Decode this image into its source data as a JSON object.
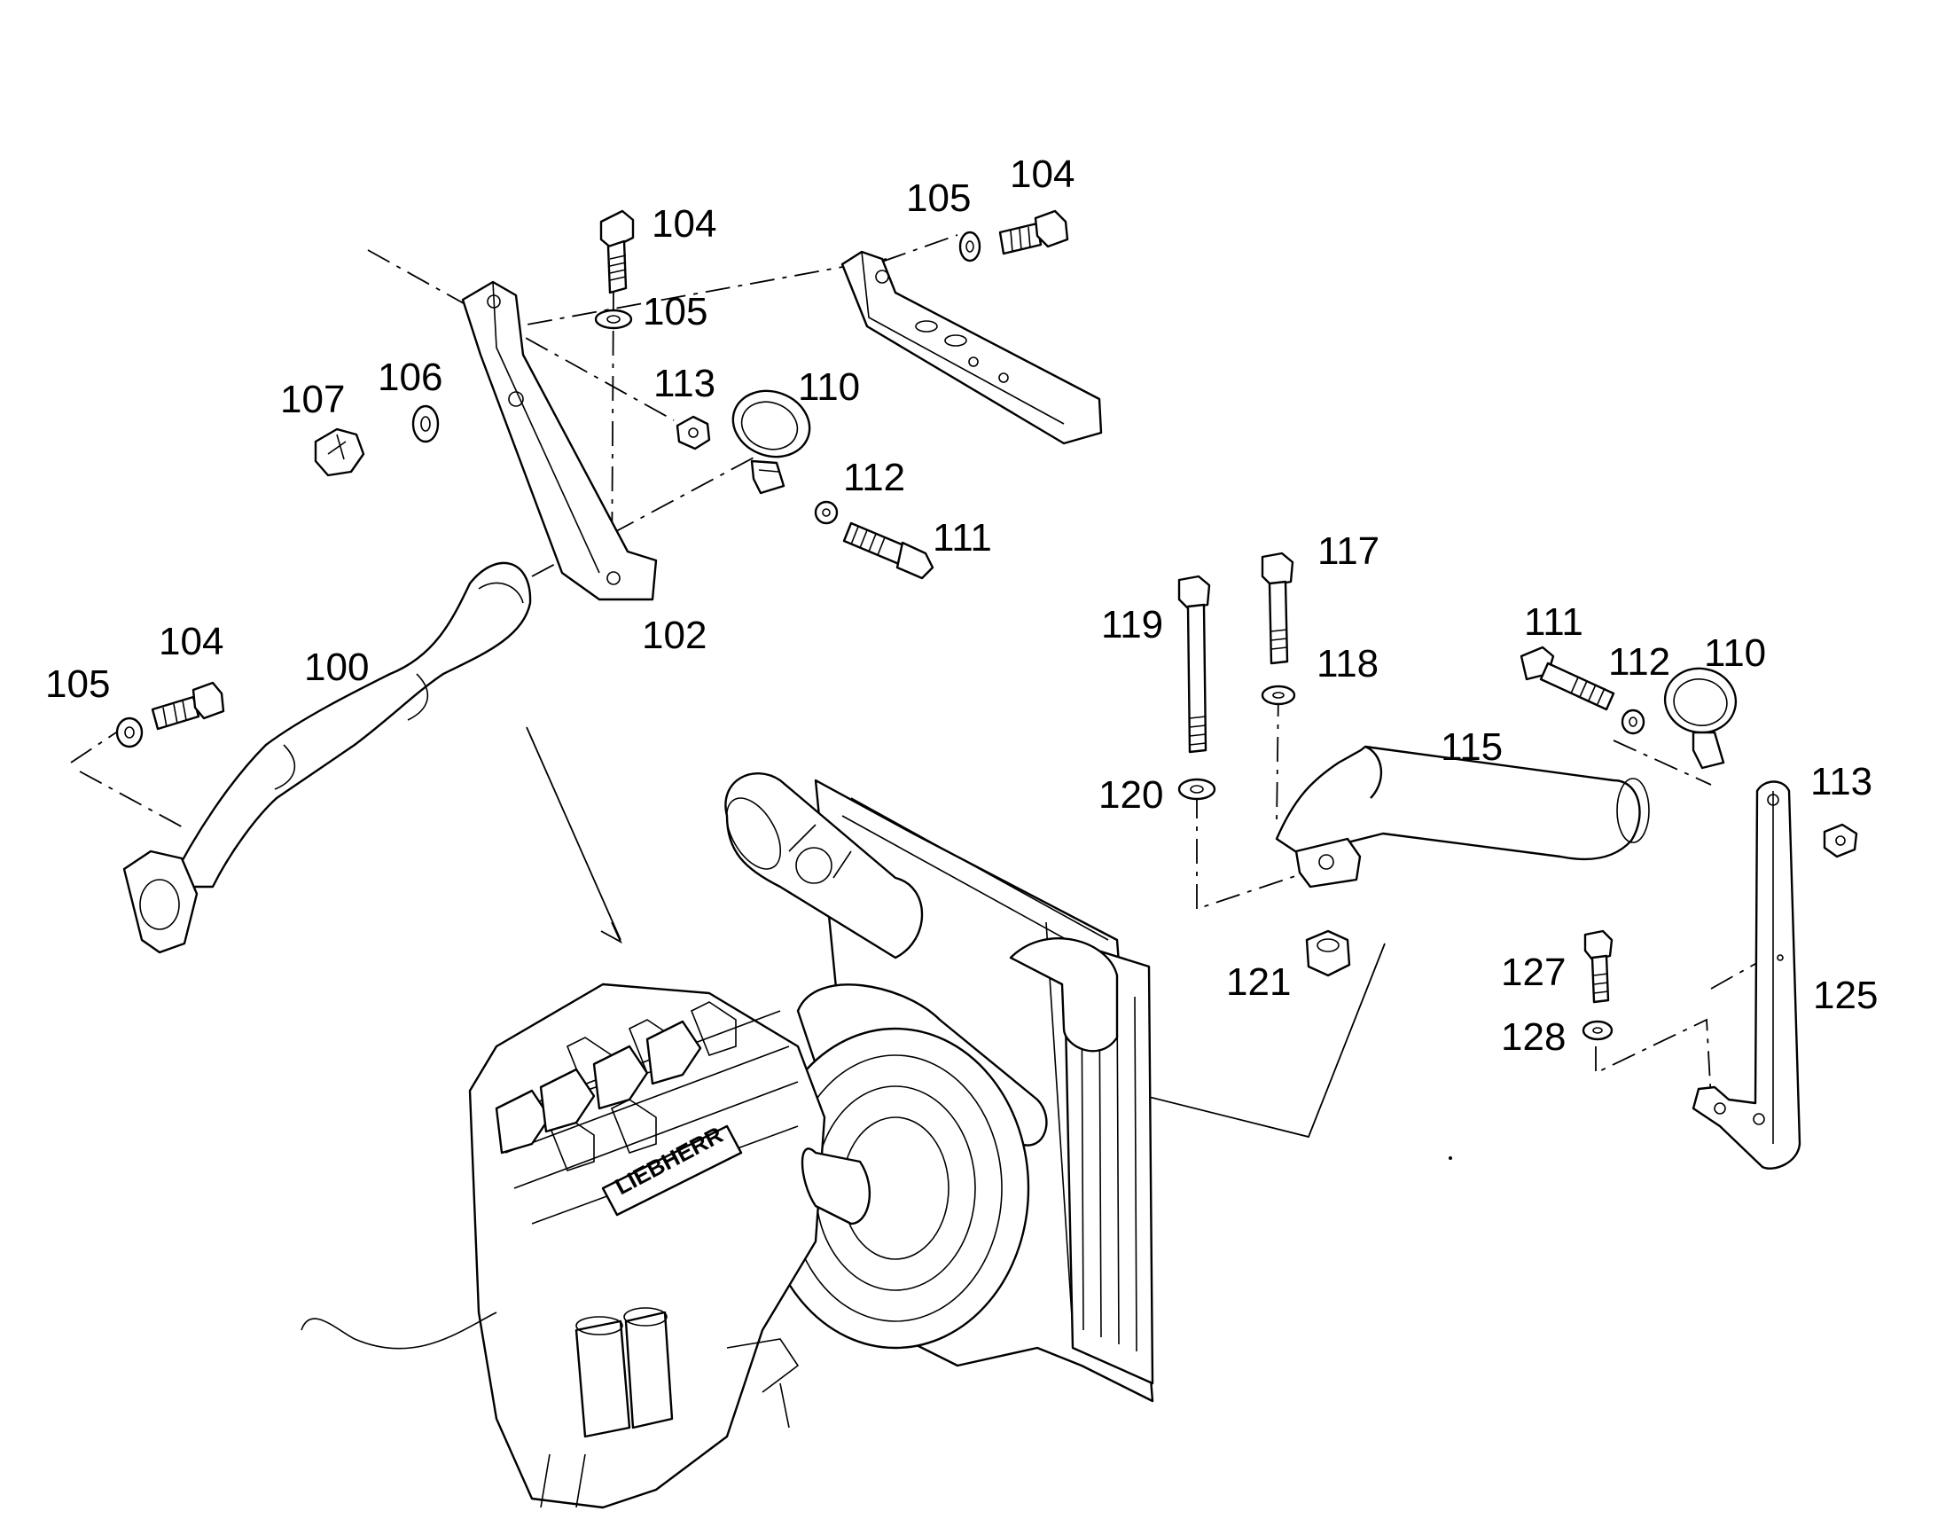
{
  "diagram": {
    "callouts": [
      {
        "id": "c-104-a",
        "text": "104"
      },
      {
        "id": "c-105-a",
        "text": "105"
      },
      {
        "id": "c-113-a",
        "text": "113"
      },
      {
        "id": "c-110-a",
        "text": "110"
      },
      {
        "id": "c-107",
        "text": "107"
      },
      {
        "id": "c-106",
        "text": "106"
      },
      {
        "id": "c-112-a",
        "text": "112"
      },
      {
        "id": "c-111-a",
        "text": "111"
      },
      {
        "id": "c-102",
        "text": "102"
      },
      {
        "id": "c-105-b",
        "text": "105"
      },
      {
        "id": "c-104-b",
        "text": "104"
      },
      {
        "id": "c-105-c",
        "text": "105"
      },
      {
        "id": "c-104-c",
        "text": "104"
      },
      {
        "id": "c-100",
        "text": "100"
      },
      {
        "id": "c-119",
        "text": "119"
      },
      {
        "id": "c-117",
        "text": "117"
      },
      {
        "id": "c-118",
        "text": "118"
      },
      {
        "id": "c-111-b",
        "text": "111"
      },
      {
        "id": "c-112-b",
        "text": "112"
      },
      {
        "id": "c-110-b",
        "text": "110"
      },
      {
        "id": "c-115",
        "text": "115"
      },
      {
        "id": "c-120",
        "text": "120"
      },
      {
        "id": "c-113-b",
        "text": "113"
      },
      {
        "id": "c-121",
        "text": "121"
      },
      {
        "id": "c-127",
        "text": "127"
      },
      {
        "id": "c-128",
        "text": "128"
      },
      {
        "id": "c-125",
        "text": "125"
      }
    ],
    "engine_brand": "LIEBHERR"
  }
}
